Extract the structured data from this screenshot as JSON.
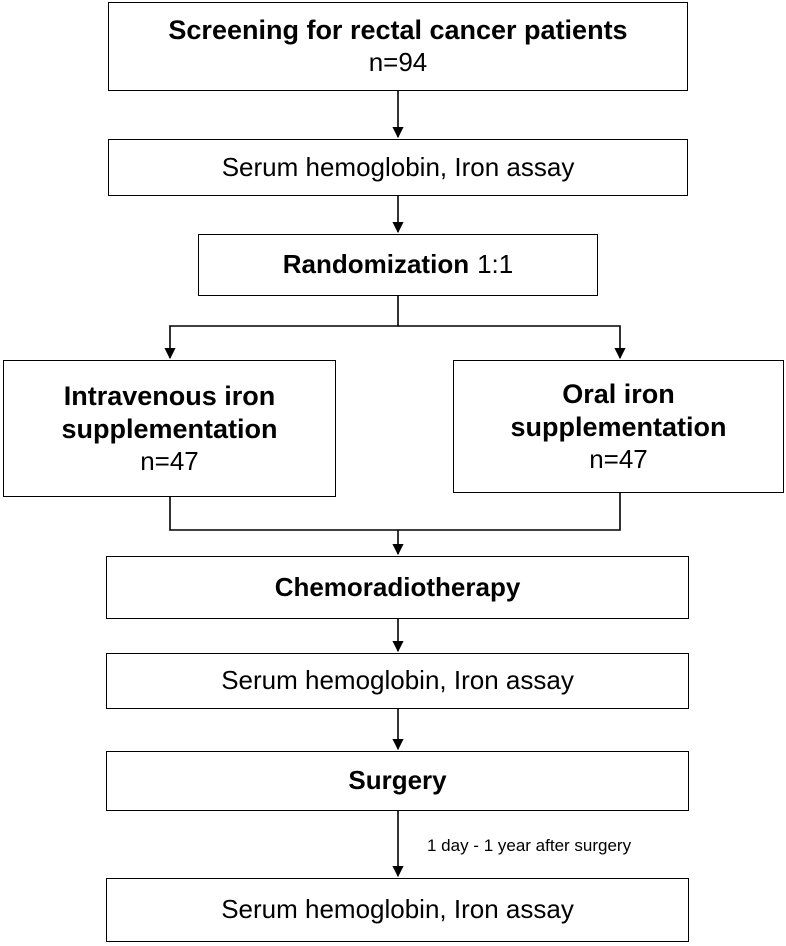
{
  "nodes": {
    "screening": {
      "title": "Screening for rectal cancer patients",
      "count": "n=94"
    },
    "baseline_assay": {
      "text": "Serum hemoglobin, Iron assay"
    },
    "randomization": {
      "title": "Randomization",
      "ratio": "1:1"
    },
    "iv_arm": {
      "title_line1": "Intravenous iron",
      "title_line2": "supplementation",
      "count": "n=47"
    },
    "oral_arm": {
      "title_line1": "Oral iron",
      "title_line2": "supplementation",
      "count": "n=47"
    },
    "crt": {
      "title": "Chemoradiotherapy"
    },
    "post_crt_assay": {
      "text": "Serum hemoglobin, Iron assay"
    },
    "surgery": {
      "title": "Surgery"
    },
    "followup_assay": {
      "text": "Serum hemoglobin, Iron assay"
    }
  },
  "edge_labels": {
    "surgery_to_followup": "1 day - 1 year after surgery"
  }
}
